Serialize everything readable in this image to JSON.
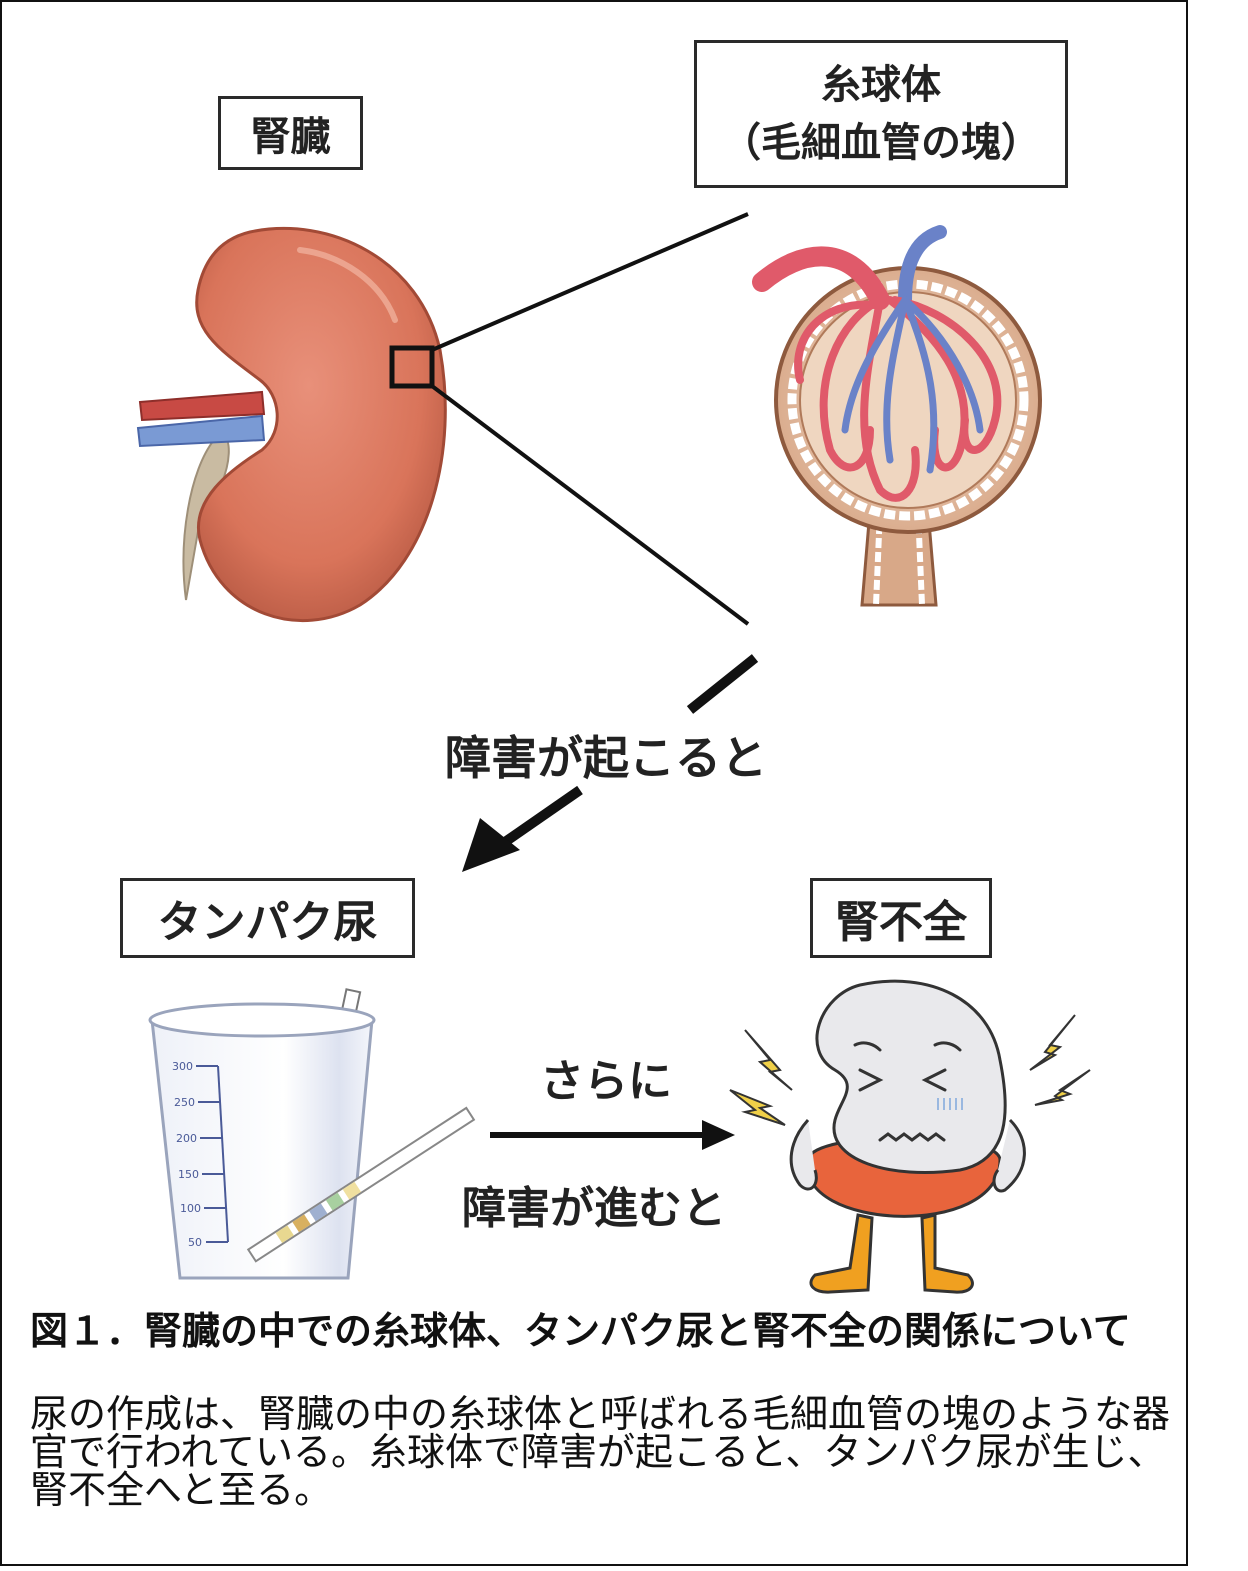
{
  "labels": {
    "kidney": "腎臓",
    "glomerulus_line1": "糸球体",
    "glomerulus_line2": "（毛細血管の塊）",
    "proteinuria": "タンパク尿",
    "renal_failure": "腎不全"
  },
  "flow": {
    "damage_occurs": "障害が起こると",
    "further": "さらに",
    "damage_progresses": "障害が進むと"
  },
  "cup_scale": [
    "300",
    "250",
    "200",
    "150",
    "100",
    "50"
  ],
  "caption": {
    "title": "図１．腎臓の中での糸球体、タンパク尿と腎不全の関係について",
    "body": "尿の作成は、腎臓の中の糸球体と呼ばれる毛細血管の塊のような器官で行われている。糸球体で障害が起こると、タンパク尿が生じ、腎不全へと至る。"
  },
  "colors": {
    "kidney": "#d9745a",
    "artery": "#e05a6a",
    "vein": "#6a82c8",
    "ureter": "#c9bba2",
    "pants": "#e8643c",
    "shoes": "#f0a020",
    "lightning": "#f0d048"
  }
}
